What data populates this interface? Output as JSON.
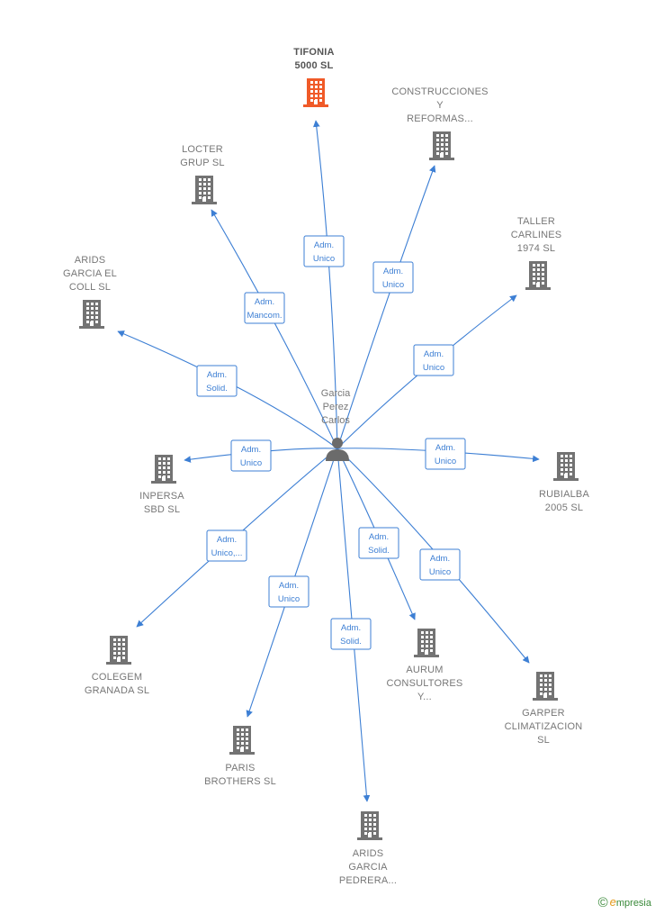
{
  "colors": {
    "edge": "#3d7fd4",
    "company_icon": "#737373",
    "focus_company_icon": "#f05a28",
    "label": "#777777",
    "person_icon": "#6b6b6b"
  },
  "person": {
    "name_lines": [
      "Garcia",
      "Perez",
      "Carlos"
    ],
    "icon": "person-icon"
  },
  "companies": [
    {
      "id": "tifonia",
      "lines": [
        "TIFONIA",
        "5000  SL"
      ],
      "focus": true,
      "icon": "building-icon"
    },
    {
      "id": "construcciones",
      "lines": [
        "CONSTRUCCIONES",
        "Y",
        "REFORMAS..."
      ],
      "focus": false,
      "icon": "building-icon"
    },
    {
      "id": "locter",
      "lines": [
        "LOCTER",
        "GRUP  SL"
      ],
      "focus": false,
      "icon": "building-icon"
    },
    {
      "id": "taller",
      "lines": [
        "TALLER",
        "CARLINES",
        "1974  SL"
      ],
      "focus": false,
      "icon": "building-icon"
    },
    {
      "id": "arids-coll",
      "lines": [
        "ARIDS",
        "GARCIA EL",
        "COLL  SL"
      ],
      "focus": false,
      "icon": "building-icon"
    },
    {
      "id": "inpersa",
      "lines": [
        "INPERSA",
        "SBD SL"
      ],
      "focus": false,
      "icon": "building-icon"
    },
    {
      "id": "rubialba",
      "lines": [
        "RUBIALBA",
        "2005 SL"
      ],
      "focus": false,
      "icon": "building-icon"
    },
    {
      "id": "colegem",
      "lines": [
        "COLEGEM",
        "GRANADA  SL"
      ],
      "focus": false,
      "icon": "building-icon"
    },
    {
      "id": "aurum",
      "lines": [
        "AURUM",
        "CONSULTORES",
        "Y..."
      ],
      "focus": false,
      "icon": "building-icon"
    },
    {
      "id": "garper",
      "lines": [
        "GARPER",
        "CLIMATIZACION",
        "SL"
      ],
      "focus": false,
      "icon": "building-icon"
    },
    {
      "id": "paris",
      "lines": [
        "PARIS",
        "BROTHERS  SL"
      ],
      "focus": false,
      "icon": "building-icon"
    },
    {
      "id": "arids-pedrera",
      "lines": [
        "ARIDS",
        "GARCIA",
        "PEDRERA..."
      ],
      "focus": false,
      "icon": "building-icon"
    }
  ],
  "relations": [
    {
      "to": "tifonia",
      "role_lines": [
        "Adm.",
        "Unico"
      ]
    },
    {
      "to": "construcciones",
      "role_lines": [
        "Adm.",
        "Unico"
      ]
    },
    {
      "to": "locter",
      "role_lines": [
        "Adm.",
        "Mancom."
      ]
    },
    {
      "to": "taller",
      "role_lines": [
        "Adm.",
        "Unico"
      ]
    },
    {
      "to": "arids-coll",
      "role_lines": [
        "Adm.",
        "Solid."
      ]
    },
    {
      "to": "inpersa",
      "role_lines": [
        "Adm.",
        "Unico"
      ]
    },
    {
      "to": "rubialba",
      "role_lines": [
        "Adm.",
        "Unico"
      ]
    },
    {
      "to": "colegem",
      "role_lines": [
        "Adm.",
        "Unico,..."
      ]
    },
    {
      "to": "aurum",
      "role_lines": [
        "Adm.",
        "Solid."
      ]
    },
    {
      "to": "garper",
      "role_lines": [
        "Adm.",
        "Unico"
      ]
    },
    {
      "to": "paris",
      "role_lines": [
        "Adm.",
        "Unico"
      ]
    },
    {
      "to": "arids-pedrera",
      "role_lines": [
        "Adm.",
        "Solid."
      ]
    }
  ],
  "footer": {
    "copyright_symbol": "©",
    "brand_initial": "e",
    "brand_rest": "mpresia"
  }
}
